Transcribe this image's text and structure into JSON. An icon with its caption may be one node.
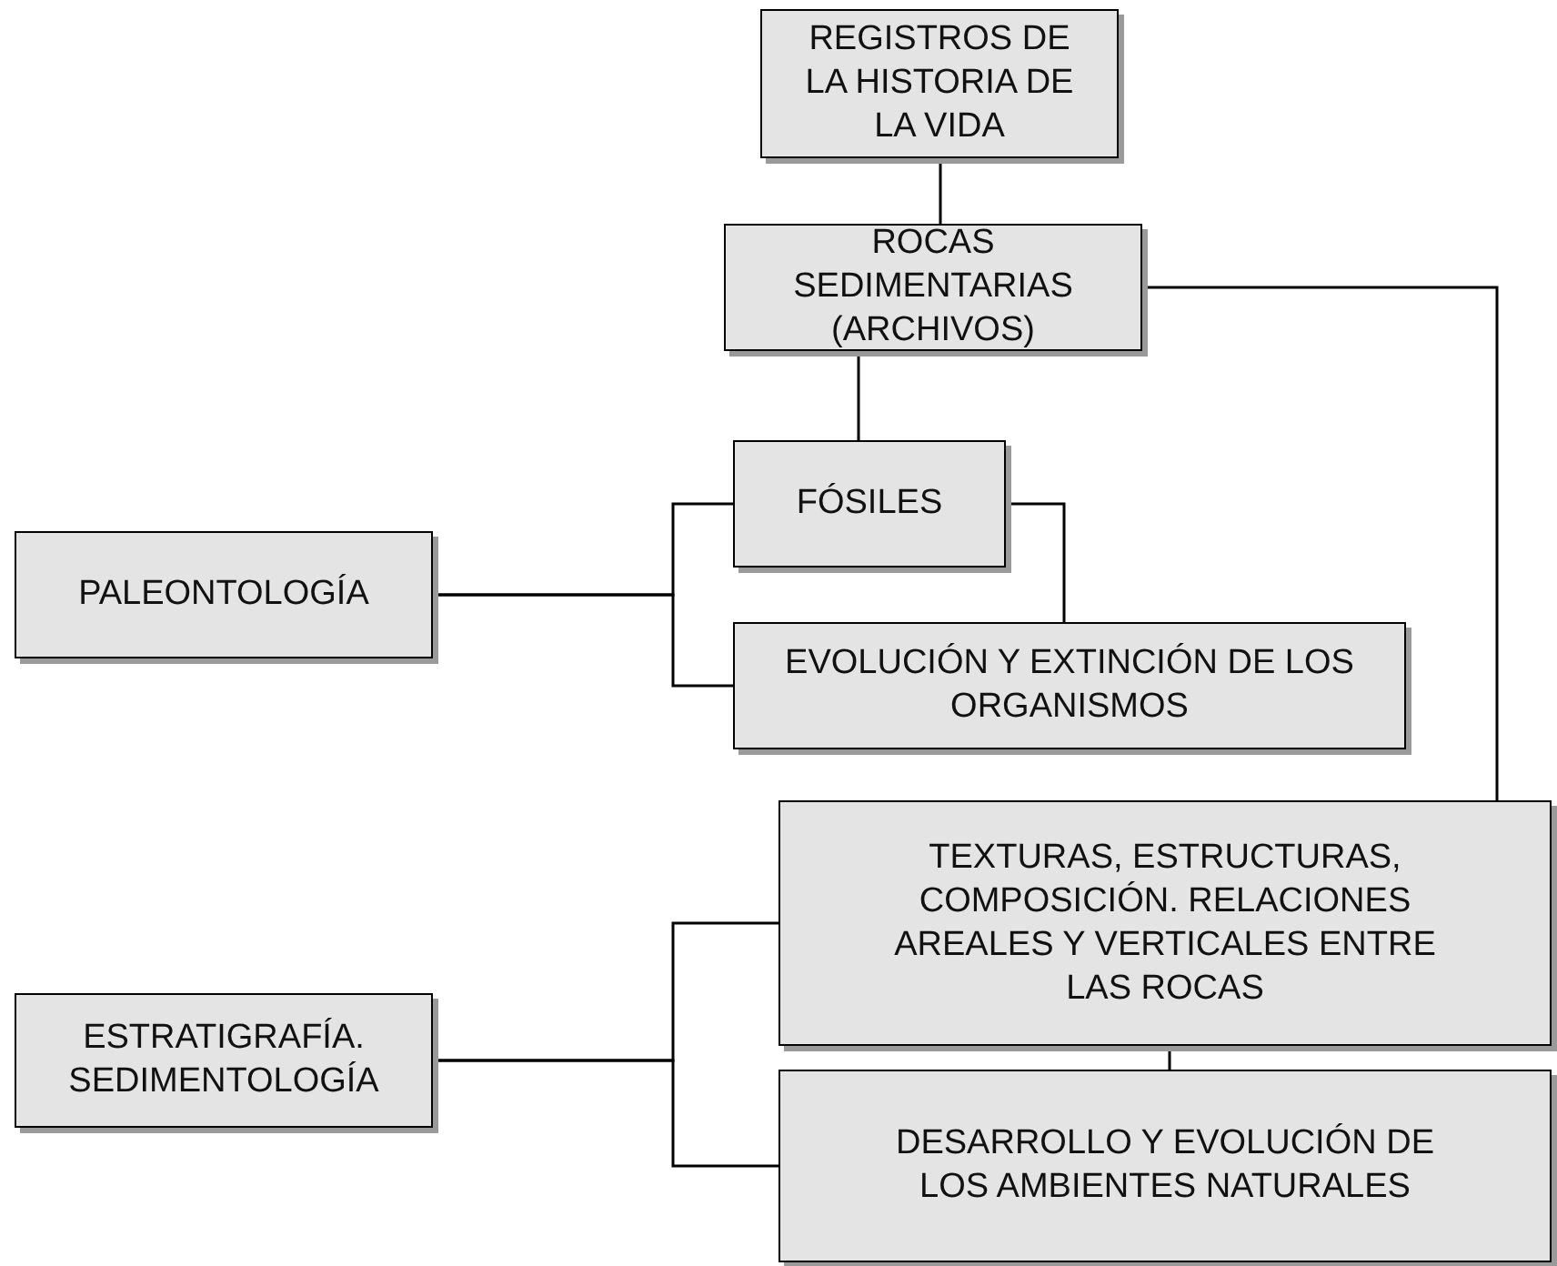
{
  "diagram": {
    "nodes": [
      {
        "text": [
          "REGISTROS DE LA HISTORIA DE LA VIDA"
        ]
      },
      {
        "text": [
          "ROCAS SEDIMENTARIAS (ARCHIVOS)"
        ]
      },
      {
        "text": [
          "FÓSILES"
        ]
      },
      {
        "text": [
          "PALEONTOLOGÍA"
        ]
      },
      {
        "text": [
          "EVOLUCIÓN Y EXTINCIÓN DE LOS ORGANISMOS"
        ]
      },
      {
        "text": [
          "TEXTURAS, ESTRUCTURAS, COMPOSICIÓN. RELACIONES AREALES Y VERTICALES ENTRE LAS ROCAS"
        ]
      },
      {
        "text": [
          "ESTRATIGRAFÍA. SEDIMENTOLOGÍA"
        ]
      },
      {
        "text": [
          "DESARROLLO Y EVOLUCIÓN DE LOS AMBIENTES NATURALES"
        ]
      }
    ],
    "edges": [
      {
        "from": 0,
        "to": 1,
        "arrow": "none"
      },
      {
        "from": 1,
        "to": 2,
        "arrow": "none"
      },
      {
        "from": 1,
        "to": 5,
        "arrow": "none"
      },
      {
        "from": 2,
        "to": 4,
        "arrow": "none"
      },
      {
        "from": 3,
        "to": 2,
        "arrow": "none"
      },
      {
        "from": 3,
        "to": 4,
        "arrow": "none"
      },
      {
        "from": 5,
        "to": 7,
        "arrow": "none"
      },
      {
        "from": 6,
        "to": 5,
        "arrow": "none"
      },
      {
        "from": 6,
        "to": 7,
        "arrow": "none"
      }
    ]
  }
}
